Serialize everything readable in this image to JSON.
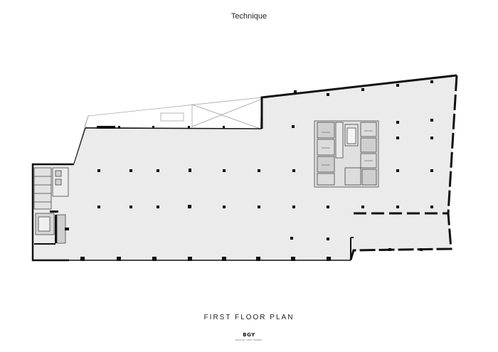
{
  "header": {
    "title": "Technique"
  },
  "plan": {
    "title": "FIRST FLOOR PLAN"
  },
  "branding": {
    "logo": "BGY",
    "tagline": "BUCKLEY GRAY YEOMAN"
  },
  "colors": {
    "floor_fill": "#ebebeb",
    "wall": "#111111",
    "background": "#ffffff"
  }
}
